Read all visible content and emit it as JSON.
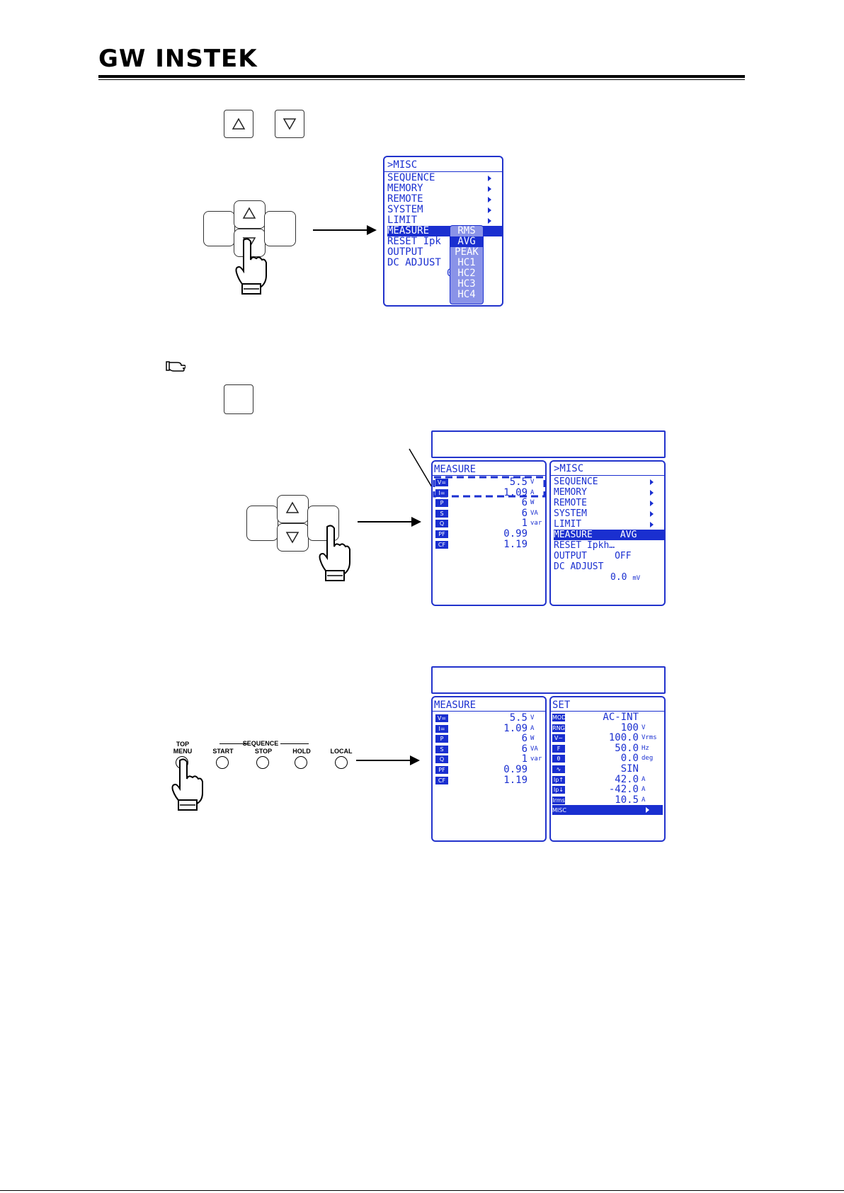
{
  "header": {
    "logo": "GW INSTEK"
  },
  "misc_menu_1": {
    "title": ">MISC",
    "items": [
      {
        "label": "SEQUENCE",
        "arrow": true
      },
      {
        "label": "MEMORY",
        "arrow": true
      },
      {
        "label": "REMOTE",
        "arrow": true
      },
      {
        "label": "SYSTEM",
        "arrow": true
      },
      {
        "label": "LIMIT",
        "arrow": true
      },
      {
        "label": "MEASURE"
      },
      {
        "label": "RESET Ipk"
      },
      {
        "label": "OUTPUT"
      },
      {
        "label": "DC ADJUST"
      }
    ],
    "trailing": "0",
    "popup": [
      "RMS",
      "AVG",
      "PEAK",
      "HC1",
      "HC2",
      "HC3",
      "HC4"
    ]
  },
  "measure_pane": {
    "title": "MEASURE",
    "rows": [
      {
        "badge": "V=",
        "value": "5.5",
        "unit": "V"
      },
      {
        "badge": "I=",
        "value": "1.09",
        "unit": "A"
      },
      {
        "badge": "P",
        "value": "6",
        "unit": "W"
      },
      {
        "badge": "S",
        "value": "6",
        "unit": "VA"
      },
      {
        "badge": "Q",
        "value": "1",
        "unit": "var"
      },
      {
        "badge": "PF",
        "value": "0.99",
        "unit": ""
      },
      {
        "badge": "CF",
        "value": "1.19",
        "unit": ""
      }
    ]
  },
  "misc_menu_2": {
    "title": ">MISC",
    "items": [
      {
        "label": "SEQUENCE",
        "arrow": true
      },
      {
        "label": "MEMORY",
        "arrow": true
      },
      {
        "label": "REMOTE",
        "arrow": true
      },
      {
        "label": "SYSTEM",
        "arrow": true
      },
      {
        "label": "LIMIT",
        "arrow": true
      },
      {
        "label": "MEASURE     AVG"
      },
      {
        "label": "RESET Ipkh…"
      },
      {
        "label": "OUTPUT     OFF"
      },
      {
        "label": "DC ADJUST"
      }
    ],
    "dc_value": "0.0",
    "dc_unit": "mV"
  },
  "set_pane": {
    "title": "SET",
    "rows": [
      {
        "badge": "MOD",
        "value": "AC-INT",
        "unit": ""
      },
      {
        "badge": "RNG",
        "value": "100",
        "unit": "V"
      },
      {
        "badge": "V~",
        "value": "100.0",
        "unit": "Vrms"
      },
      {
        "badge": "F",
        "value": "50.0",
        "unit": "Hz"
      },
      {
        "badge": "θ",
        "value": "0.0",
        "unit": "deg"
      },
      {
        "badge": "∿",
        "value": "SIN",
        "unit": ""
      },
      {
        "badge": "Ip↑",
        "value": "42.0",
        "unit": "A"
      },
      {
        "badge": "Ip↓",
        "value": "-42.0",
        "unit": "A"
      },
      {
        "badge": "Irms",
        "value": "10.5",
        "unit": "A"
      },
      {
        "badge": "MISC",
        "value": "",
        "unit": ""
      }
    ]
  },
  "front_panel": {
    "top_menu": "TOP\nMENU",
    "sequence": "SEQUENCE",
    "start": "START",
    "stop": "STOP",
    "hold": "HOLD",
    "local": "LOCAL"
  },
  "colors": {
    "lcd_blue": "#1a2fd0",
    "popup_fill": "#8a93e8"
  }
}
